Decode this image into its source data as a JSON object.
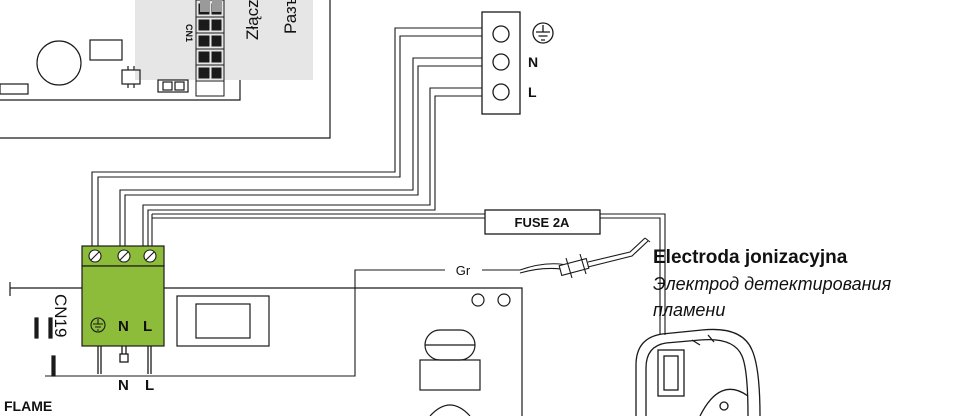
{
  "terminal_block": {
    "earth_symbol": "⏚",
    "labels": [
      "N",
      "L"
    ]
  },
  "pcb_connector": {
    "id": "CN19",
    "terminal_labels": [
      "N",
      "L"
    ],
    "pin_labels": [
      "N",
      "L"
    ],
    "earth_symbol": "⏚"
  },
  "fuse": {
    "label": "FUSE 2A"
  },
  "wire_label": "Gr",
  "flame_label": "FLAME",
  "top_panel": {
    "cn_label": "CN1",
    "text_line1": "Złącz",
    "text_line2": "Разъ"
  },
  "electrode": {
    "title_pl": "Electroda jonizacyjna",
    "title_ru_line1": "Электрод детектирования",
    "title_ru_line2": "пламени"
  },
  "colors": {
    "connector_green": "#8dbb3a",
    "panel_grey": "#e6e6e6",
    "line": "#1a1a1a"
  }
}
